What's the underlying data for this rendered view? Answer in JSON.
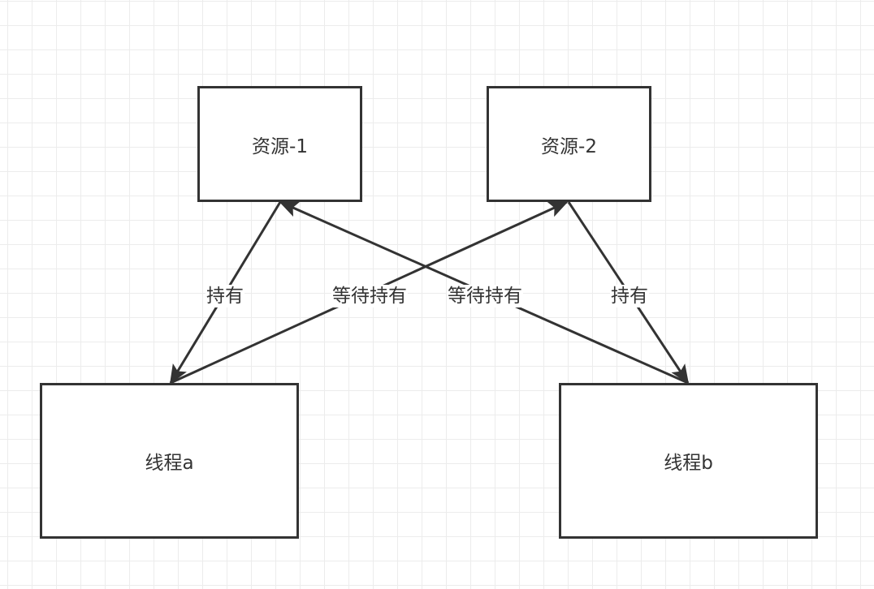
{
  "nodes": {
    "resource1": "资源-1",
    "resource2": "资源-2",
    "thread_a": "线程a",
    "thread_b": "线程b"
  },
  "edges": [
    {
      "from": "资源-1",
      "to": "线程a",
      "label": "持有"
    },
    {
      "from": "线程a",
      "to": "资源-2",
      "label": "等待持有"
    },
    {
      "from": "线程b",
      "to": "资源-1",
      "label": "等待持有"
    },
    {
      "from": "资源-2",
      "to": "线程b",
      "label": "持有"
    }
  ]
}
